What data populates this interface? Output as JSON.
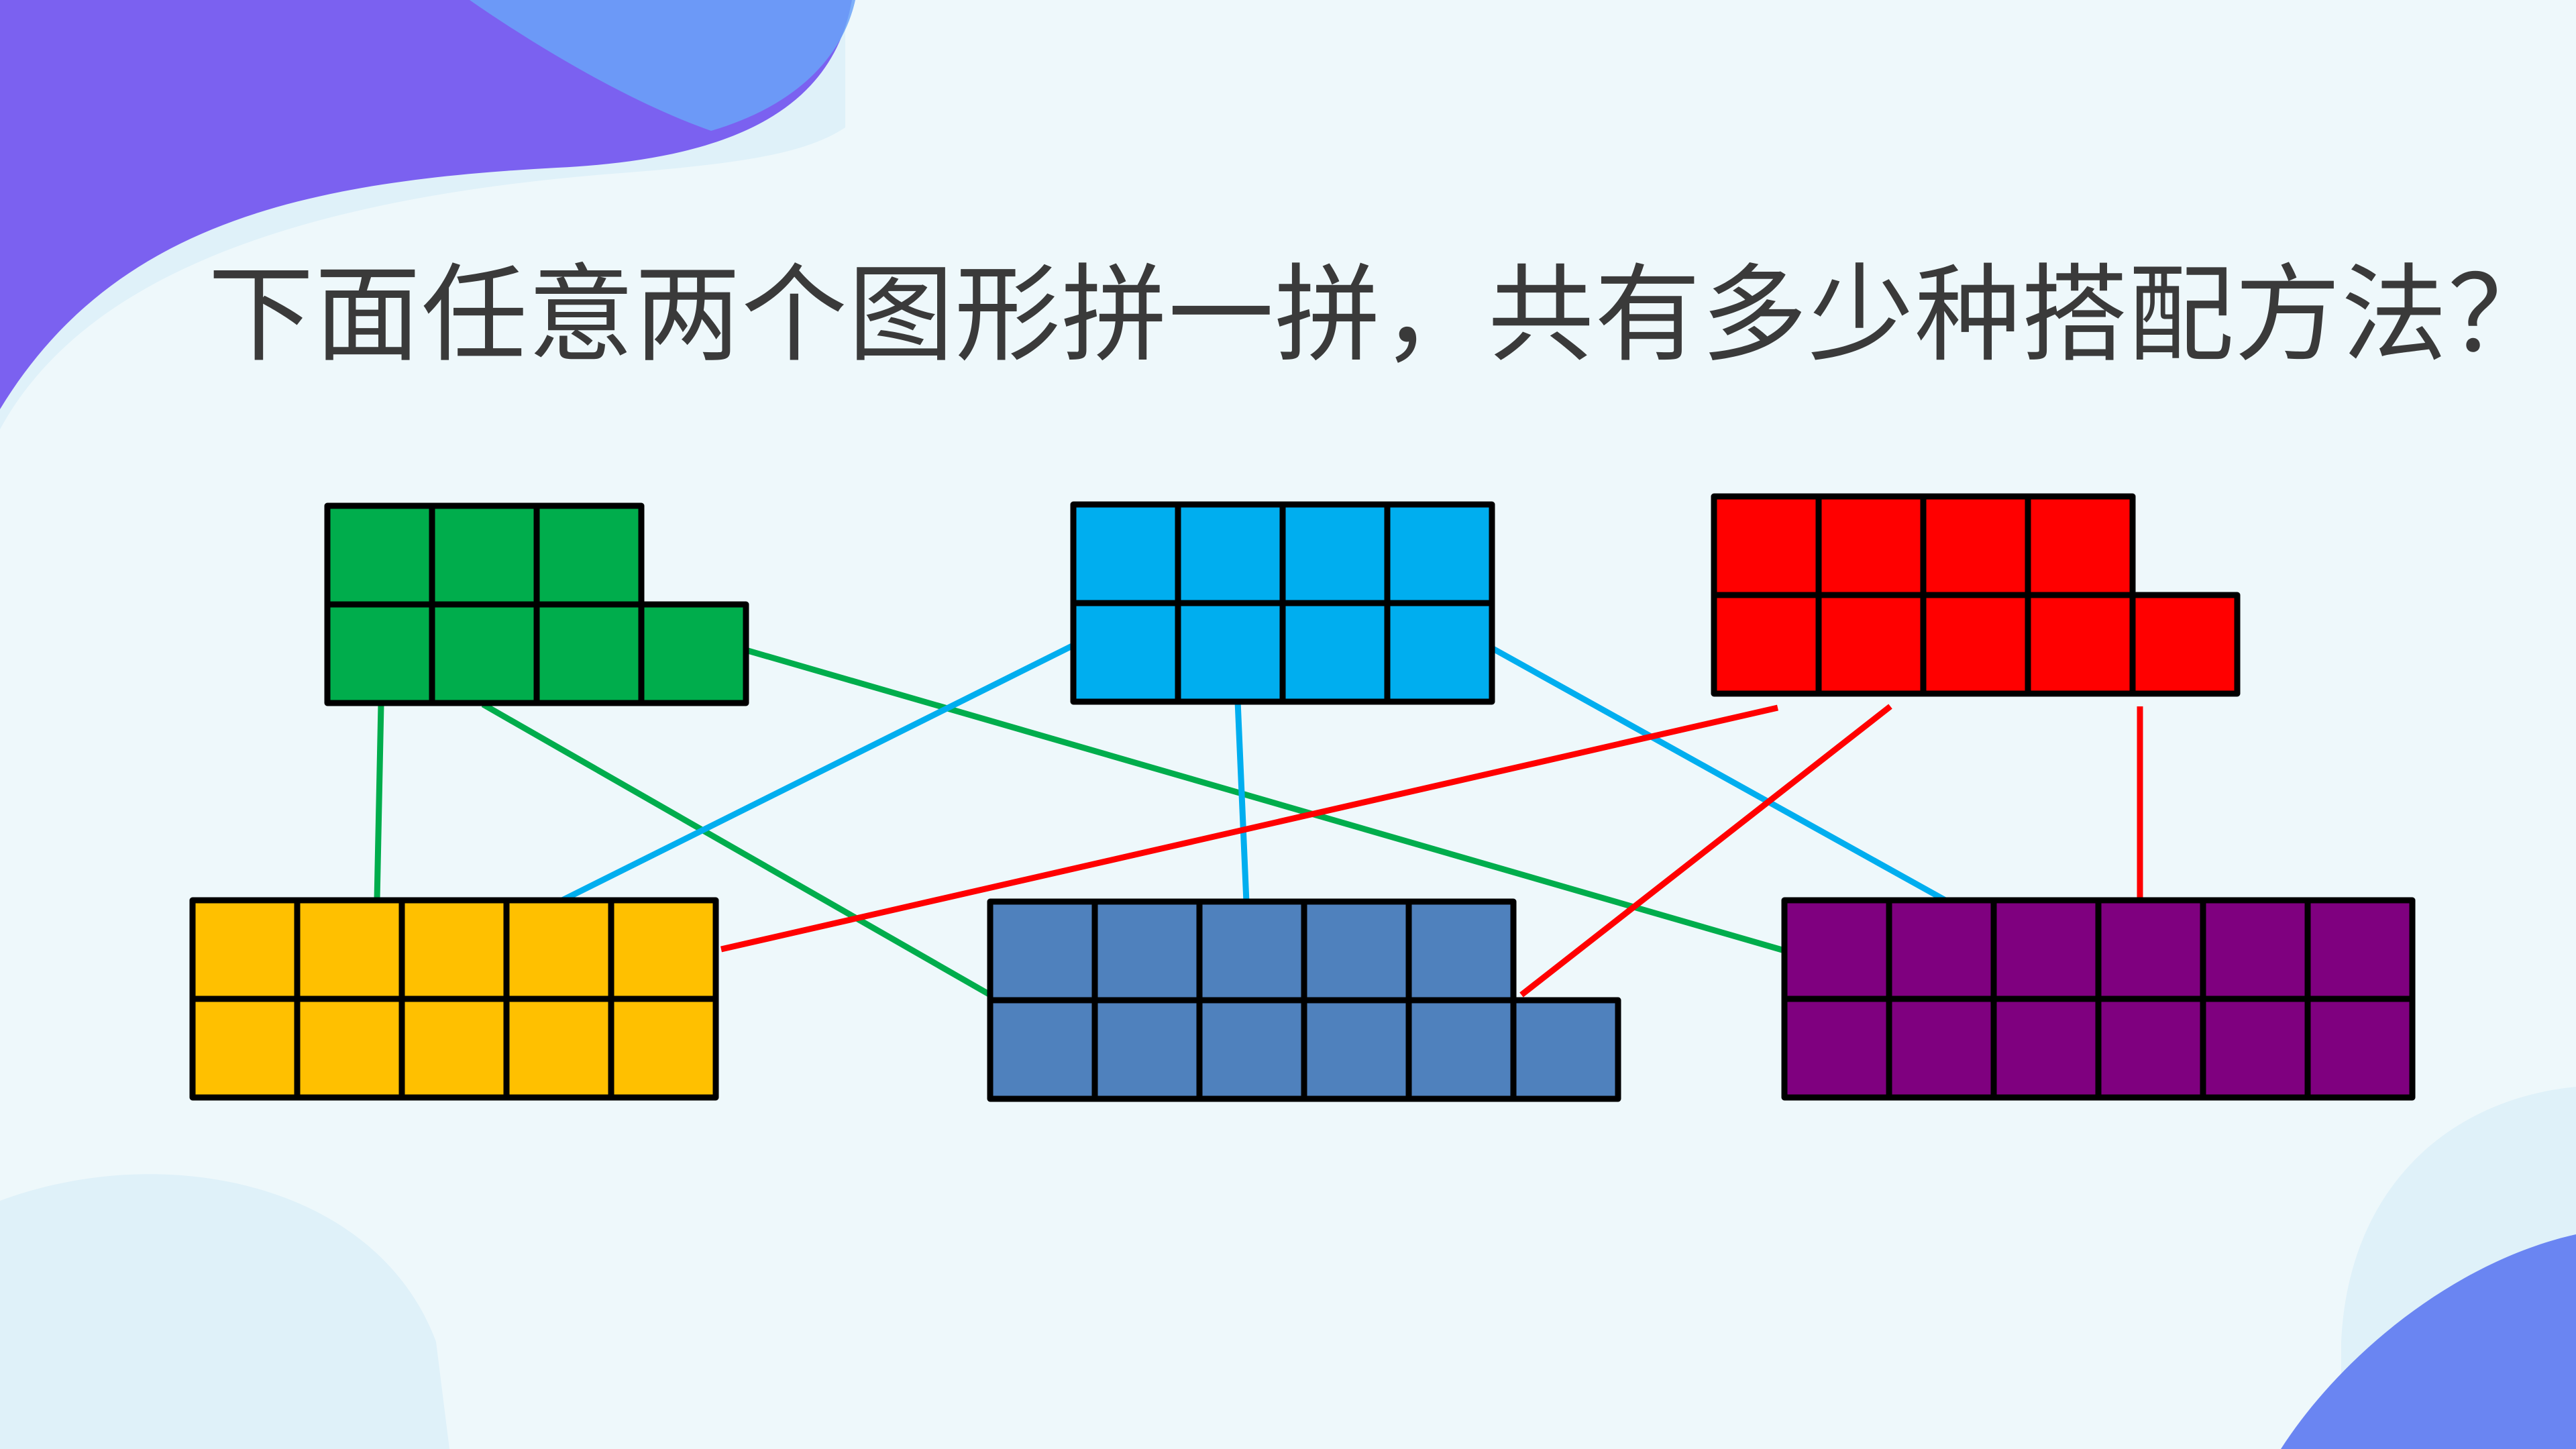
{
  "title": "下面任意两个图形拼一拼，共有多少种搭配方法？",
  "colors": {
    "background": "#eef8fb",
    "title_text": "#3a3a3a",
    "blob_purple": "#7b61f0",
    "blob_blue": "#6aa3f8",
    "blob_light": "#dff1f9",
    "cell_border": "#000000"
  },
  "top_shapes": [
    {
      "name": "green",
      "color": "#00ad4c",
      "rows": [
        3,
        4
      ]
    },
    {
      "name": "blue",
      "color": "#00aeef",
      "rows": [
        4,
        4
      ]
    },
    {
      "name": "red",
      "color": "#ff0000",
      "rows": [
        4,
        5
      ]
    }
  ],
  "bottom_shapes": [
    {
      "name": "yellow",
      "color": "#ffc000",
      "rows": [
        5,
        5
      ]
    },
    {
      "name": "steel",
      "color": "#4f81bd",
      "rows": [
        5,
        6
      ]
    },
    {
      "name": "purple",
      "color": "#7f007f",
      "rows": [
        6,
        6
      ]
    }
  ],
  "connections": [
    {
      "from": "green",
      "to": "yellow",
      "color": "#00ad4c"
    },
    {
      "from": "green",
      "to": "steel",
      "color": "#00ad4c"
    },
    {
      "from": "green",
      "to": "purple",
      "color": "#00ad4c"
    },
    {
      "from": "blue",
      "to": "yellow",
      "color": "#00aeef"
    },
    {
      "from": "blue",
      "to": "steel",
      "color": "#00aeef"
    },
    {
      "from": "blue",
      "to": "purple",
      "color": "#00aeef"
    },
    {
      "from": "red",
      "to": "yellow",
      "color": "#ff0000"
    },
    {
      "from": "red",
      "to": "steel",
      "color": "#ff0000"
    },
    {
      "from": "red",
      "to": "purple",
      "color": "#ff0000"
    }
  ]
}
